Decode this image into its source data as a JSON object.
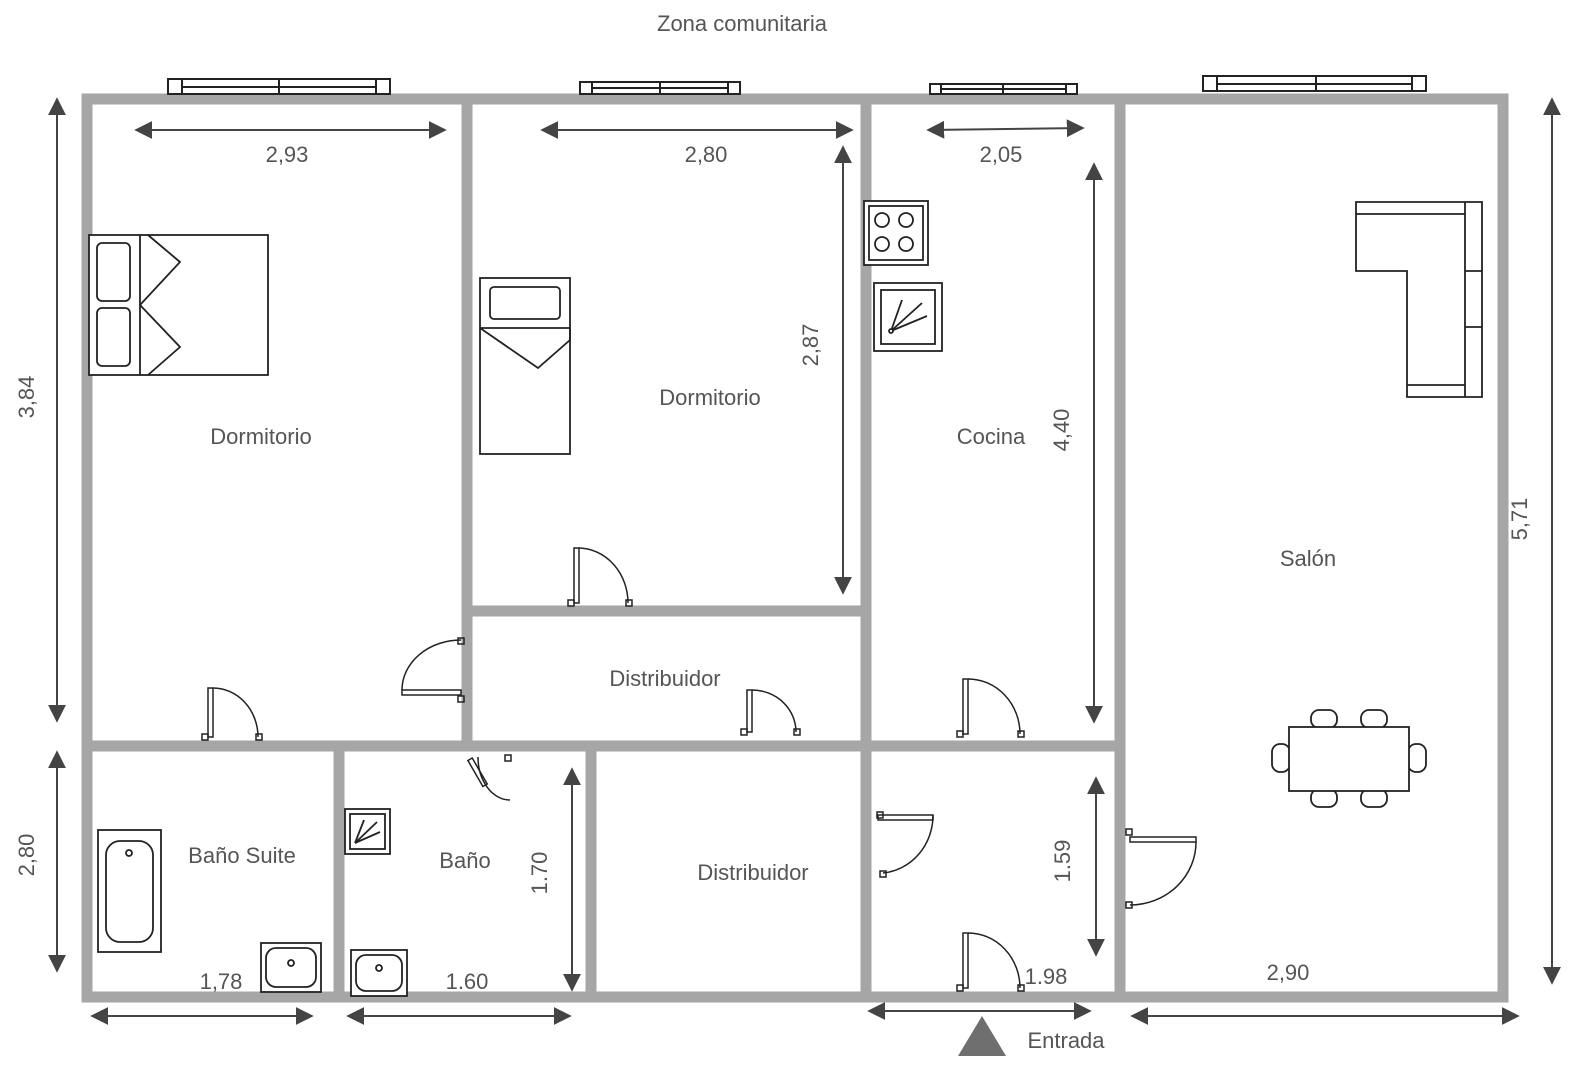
{
  "title": "Zona comunitaria",
  "entrance": "Entrada",
  "rooms": {
    "dormitorio_1": "Dormitorio",
    "dormitorio_2": "Dormitorio",
    "cocina": "Cocina",
    "salon": "Salón",
    "distribuidor_1": "Distribuidor",
    "distribuidor_2": "Distribuidor",
    "bano_suite": "Baño Suite",
    "bano": "Baño"
  },
  "dimensions": {
    "dorm1_width": "2,93",
    "dorm2_width": "2,80",
    "cocina_width": "2,05",
    "left_top_height": "3,84",
    "dorm2_height": "2,87",
    "cocina_height": "4,40",
    "right_height": "5,71",
    "left_bottom_height": "2,80",
    "bano_height": "1.70",
    "hall_height": "1.59",
    "bano_suite_width": "1,78",
    "bano_width": "1.60",
    "hall_width": "1.98",
    "salon_width": "2,90"
  },
  "colors": {
    "wall": "#a6a6a6",
    "line": "#333333",
    "arrow": "#444444",
    "triangle": "#6f6f6f"
  },
  "icons": [
    "window-icon",
    "double-bed-icon",
    "single-bed-icon",
    "stove-icon",
    "sink-icon",
    "sofa-icon",
    "dining-table-icon",
    "bathtub-icon",
    "washbasin-icon",
    "shower-icon",
    "door-icon",
    "entrance-triangle-icon"
  ]
}
